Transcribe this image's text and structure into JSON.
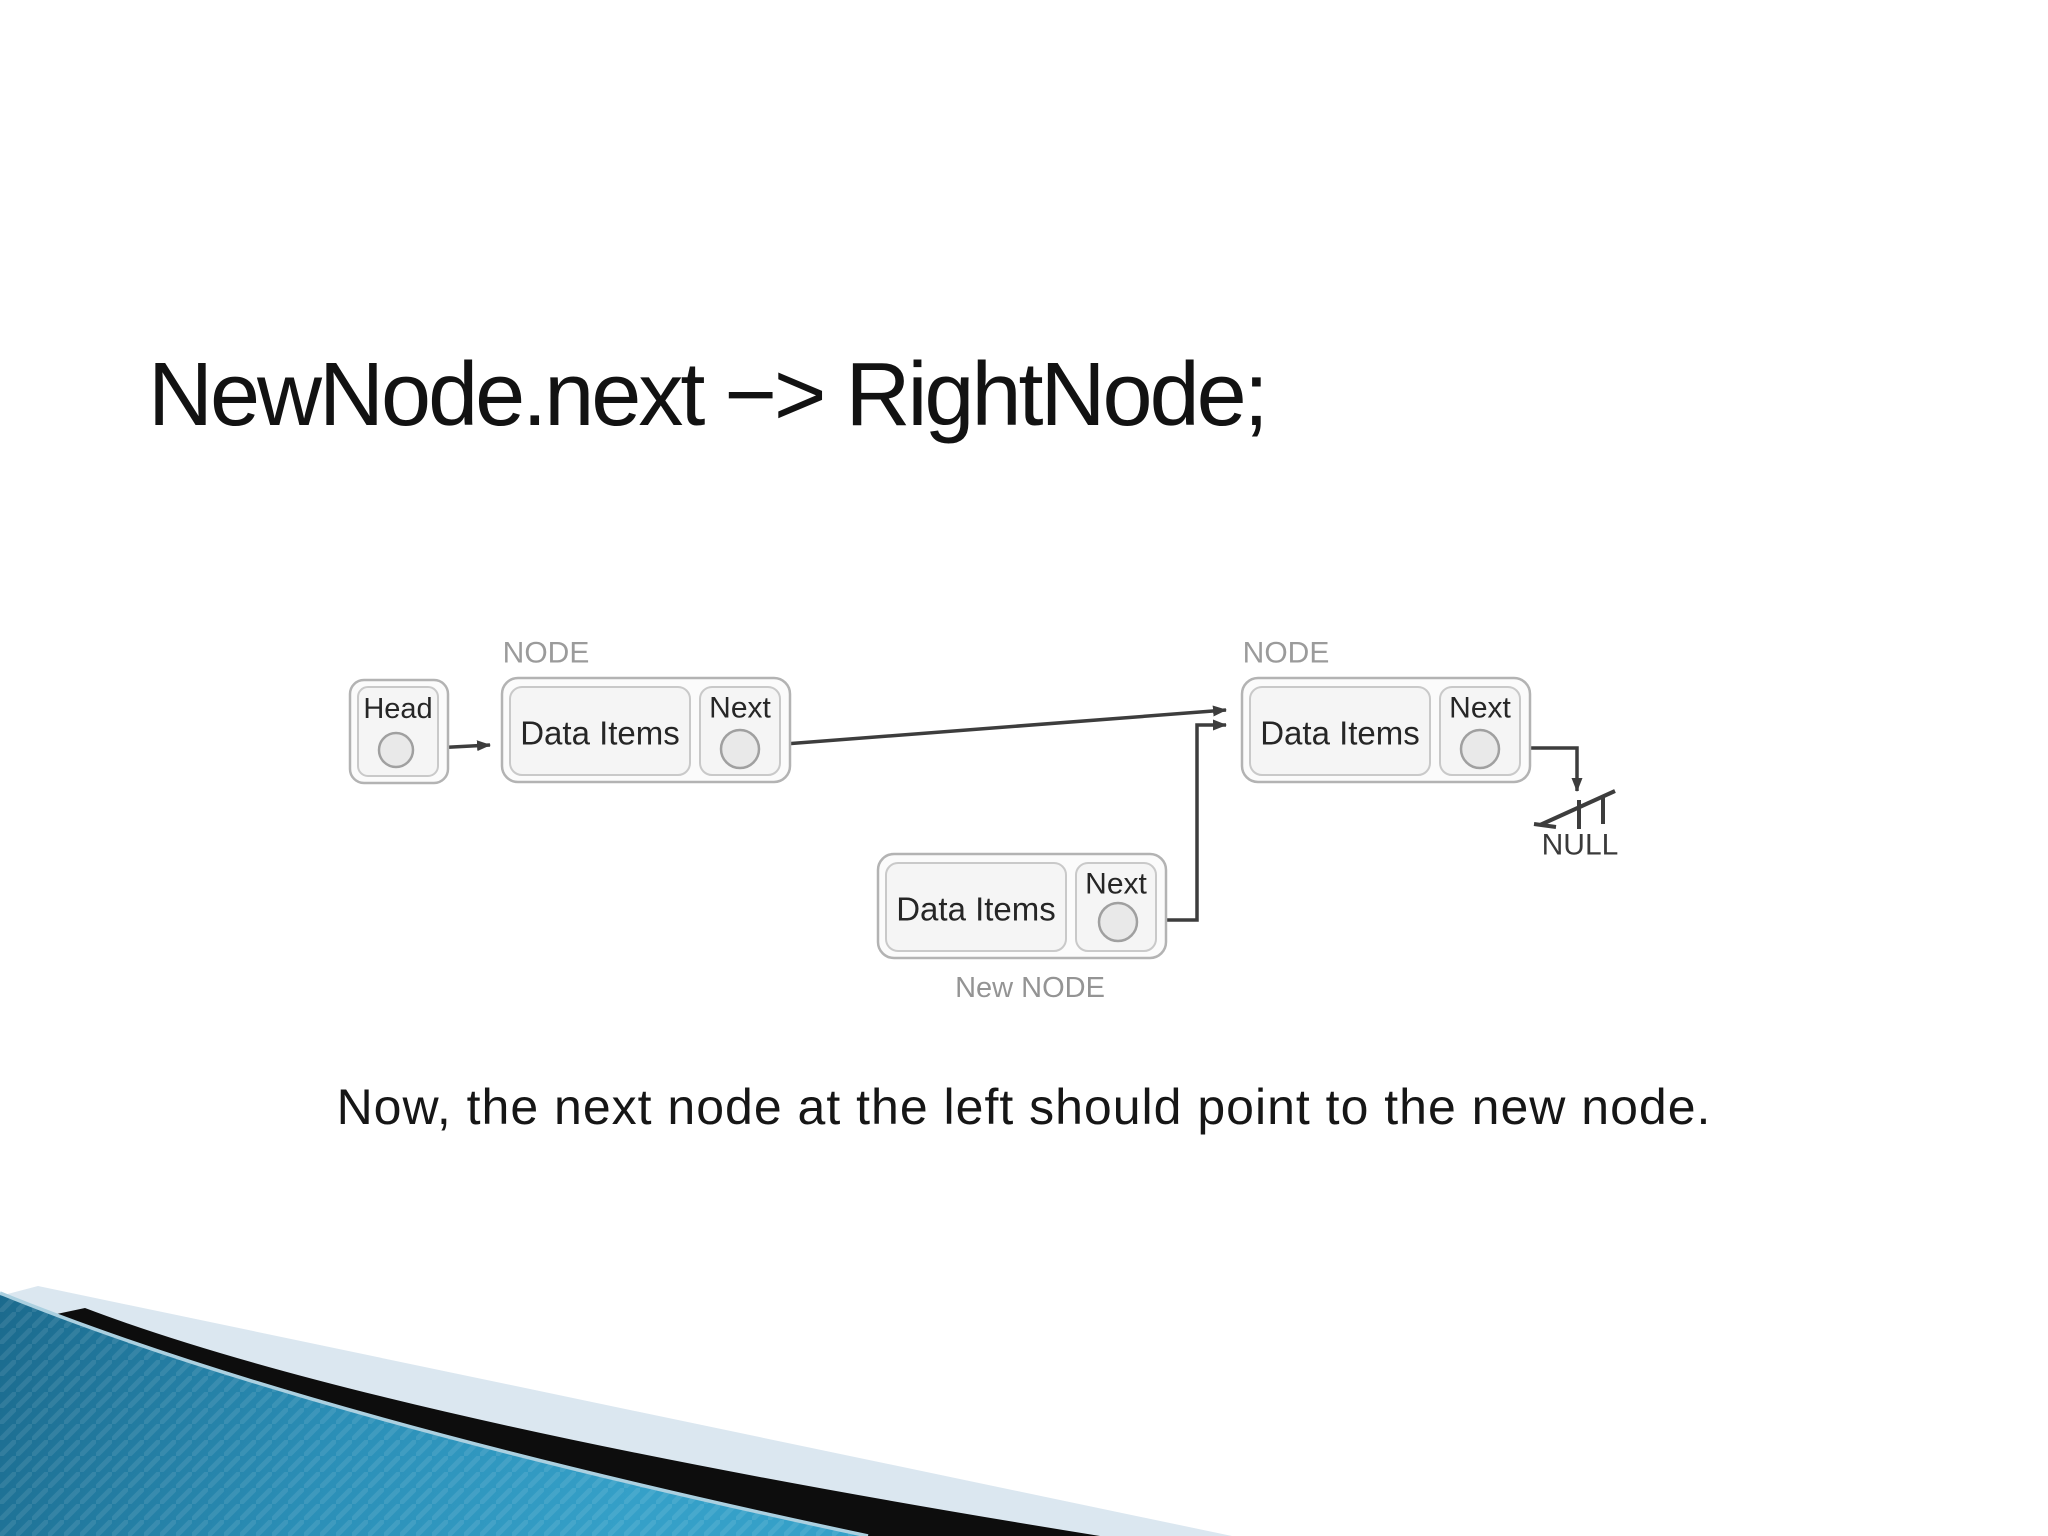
{
  "slide": {
    "title": "NewNode.next −> RightNode;",
    "caption": "Now, the next node at the left should point to the new node."
  },
  "diagram": {
    "head": {
      "label": "Head"
    },
    "left_node": {
      "group_label": "NODE",
      "data_label": "Data Items",
      "next_label": "Next"
    },
    "right_node": {
      "group_label": "NODE",
      "data_label": "Data Items",
      "next_label": "Next"
    },
    "new_node": {
      "group_label": "New NODE",
      "data_label": "Data Items",
      "next_label": "Next"
    },
    "null_label": "NULL"
  },
  "colors": {
    "accent_teal": "#2f97c0",
    "accent_teal_dark": "#1b6a8d",
    "stripe_black": "#0d0d0d",
    "pale_blue": "#dbe7f0",
    "edge_highlight": "#abd0e0",
    "label_gray": "#9b9b9b",
    "line_gray": "#3d3d3d"
  }
}
